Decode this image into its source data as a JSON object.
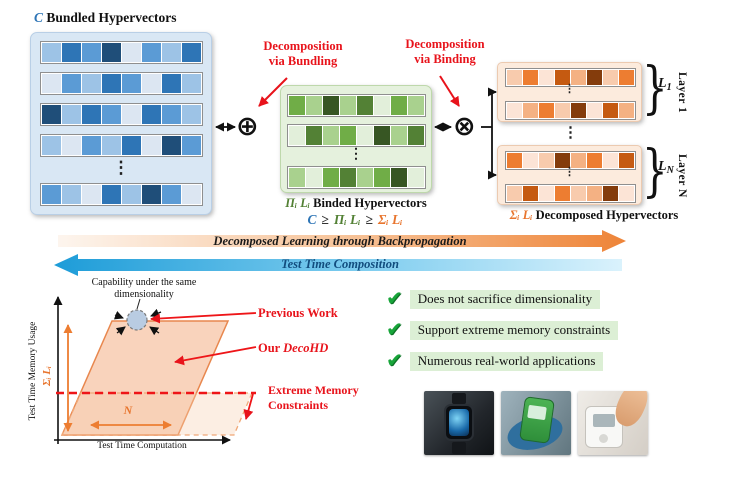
{
  "colors": {
    "red_accent": "#e8131b",
    "blue_var": "#2e75b6",
    "green_var": "#538135",
    "orange_var": "#e8752e",
    "check_green": "#18a53a",
    "highlight_green": "#dcefd5"
  },
  "figure": {
    "bundled_title_var": "C",
    "bundled_title_rest": " Bundled Hypervectors",
    "dots": "⋮",
    "bundle_operator": "⊕",
    "bind_operator": "⊗",
    "decomp_bundling_line1": "Decomposition",
    "decomp_bundling_line2": "via Bundling",
    "decomp_binding_line1": "Decomposition",
    "decomp_binding_line2": "via Binding",
    "bundled_rows": [
      [
        "#9dc3e6",
        "#2e75b6",
        "#5b9bd5",
        "#1f4e79",
        "#dce6f2",
        "#5b9bd5",
        "#9dc3e6",
        "#2e75b6"
      ],
      [
        "#dce6f2",
        "#5b9bd5",
        "#9dc3e6",
        "#2e75b6",
        "#5b9bd5",
        "#dce6f2",
        "#2e75b6",
        "#9dc3e6"
      ],
      [
        "#1f4e79",
        "#9dc3e6",
        "#2e75b6",
        "#5b9bd5",
        "#dce6f2",
        "#2e75b6",
        "#5b9bd5",
        "#9dc3e6"
      ],
      [
        "#9dc3e6",
        "#dce6f2",
        "#5b9bd5",
        "#9dc3e6",
        "#2e75b6",
        "#dce6f2",
        "#1f4e79",
        "#5b9bd5"
      ],
      [
        "#5b9bd5",
        "#9dc3e6",
        "#dce6f2",
        "#2e75b6",
        "#9dc3e6",
        "#1f4e79",
        "#5b9bd5",
        "#dce6f2"
      ]
    ],
    "binded_rows": [
      [
        "#70ad47",
        "#a9d18e",
        "#375623",
        "#a9d18e",
        "#538135",
        "#e2efda",
        "#70ad47",
        "#a9d18e"
      ],
      [
        "#e2efda",
        "#538135",
        "#a9d18e",
        "#70ad47",
        "#e2efda",
        "#375623",
        "#a9d18e",
        "#538135"
      ],
      [
        "#a9d18e",
        "#e2efda",
        "#70ad47",
        "#538135",
        "#a9d18e",
        "#70ad47",
        "#375623",
        "#e2efda"
      ]
    ],
    "binded_label_var": "Πᵢ Lᵢ",
    "binded_label_rest": " Binded Hypervectors",
    "layer1_rows": [
      [
        "#f8cbad",
        "#ed7d31",
        "#fce4d6",
        "#c55a11",
        "#f4b183",
        "#843c0c",
        "#f8cbad",
        "#ed7d31"
      ],
      [
        "#fce4d6",
        "#f4b183",
        "#ed7d31",
        "#f8cbad",
        "#843c0c",
        "#fce4d6",
        "#c55a11",
        "#f4b183"
      ]
    ],
    "layer1_brace": "}",
    "layer1_tag_base": "L",
    "layer1_tag_sub": "1",
    "layer1_side_label": "Layer 1",
    "layerN_rows": [
      [
        "#ed7d31",
        "#fce4d6",
        "#f8cbad",
        "#843c0c",
        "#f4b183",
        "#ed7d31",
        "#fce4d6",
        "#c55a11"
      ],
      [
        "#f8cbad",
        "#c55a11",
        "#fce4d6",
        "#ed7d31",
        "#f8cbad",
        "#f4b183",
        "#843c0c",
        "#fce4d6"
      ]
    ],
    "layerN_brace": "}",
    "layerN_tag_base": "L",
    "layerN_tag_sub": "N",
    "layerN_side_label": "Layer N",
    "decomposed_label_var": "Σᵢ Lᵢ",
    "decomposed_label_rest": " Decomposed Hypervectors",
    "inequality": {
      "c": "C",
      "ge1": "≥",
      "pl": "Πᵢ Lᵢ",
      "ge2": "≥",
      "sl": "Σᵢ Lᵢ"
    },
    "backprop_arrow_label": "Decomposed Learning through Backpropagation",
    "testtime_arrow_label": "Test Time Composition"
  },
  "chart": {
    "capability_line1": "Capability under the same",
    "capability_line2": "dimensionality",
    "ylabel": "Test Time Memory Usage",
    "xlabel": "Test Time Computation",
    "sigma_label": "Σᵢ Lᵢ",
    "n_label": "N",
    "previous_work_label": "Previous Work",
    "our_label_prefix": "Our ",
    "our_label_name": "DecoHD",
    "extreme_line1": "Extreme Memory",
    "extreme_line2": "Constraints"
  },
  "checklist": [
    {
      "icon": "✔",
      "text": "Does not sacrifice dimensionality"
    },
    {
      "icon": "✔",
      "text": "Support extreme memory constraints"
    },
    {
      "icon": "✔",
      "text": "Numerous real-world applications"
    }
  ],
  "photos": [
    {
      "name": "smartwatch-photo"
    },
    {
      "name": "handheld-device-photo"
    },
    {
      "name": "glucose-meter-photo"
    }
  ]
}
